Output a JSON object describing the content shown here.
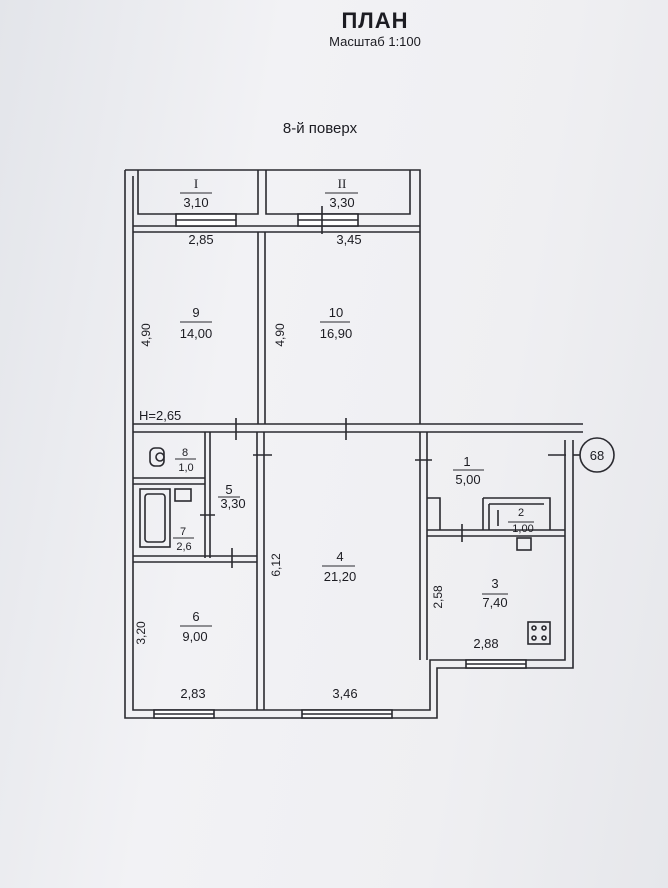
{
  "header": {
    "title": "ПЛАН",
    "scale": "Масштаб 1:100",
    "floor": "8-й поверх"
  },
  "ceiling_height": "H=2,65",
  "building_number": "68",
  "rooms": {
    "balcony1": {
      "num": "I",
      "area": "3,10"
    },
    "balcony2": {
      "num": "II",
      "area": "3,30"
    },
    "r9": {
      "num": "9",
      "area": "14,00"
    },
    "r10": {
      "num": "10",
      "area": "16,90"
    },
    "r8": {
      "num": "8",
      "area": "1,0"
    },
    "r5": {
      "num": "5",
      "area": "3,30"
    },
    "r7": {
      "num": "7",
      "area": "2,6"
    },
    "r6": {
      "num": "6",
      "area": "9,00"
    },
    "r4": {
      "num": "4",
      "area": "21,20"
    },
    "r1": {
      "num": "1",
      "area": "5,00"
    },
    "r2": {
      "num": "2",
      "area": "1,00"
    },
    "r3": {
      "num": "3",
      "area": "7,40"
    }
  },
  "dimensions": {
    "w9": "2,85",
    "w10": "3,45",
    "h9": "4,90",
    "h10": "4,90",
    "h6": "3,20",
    "h4": "6,12",
    "h3": "2,58",
    "w6": "2,83",
    "w4": "3,46",
    "w3": "2,88"
  }
}
